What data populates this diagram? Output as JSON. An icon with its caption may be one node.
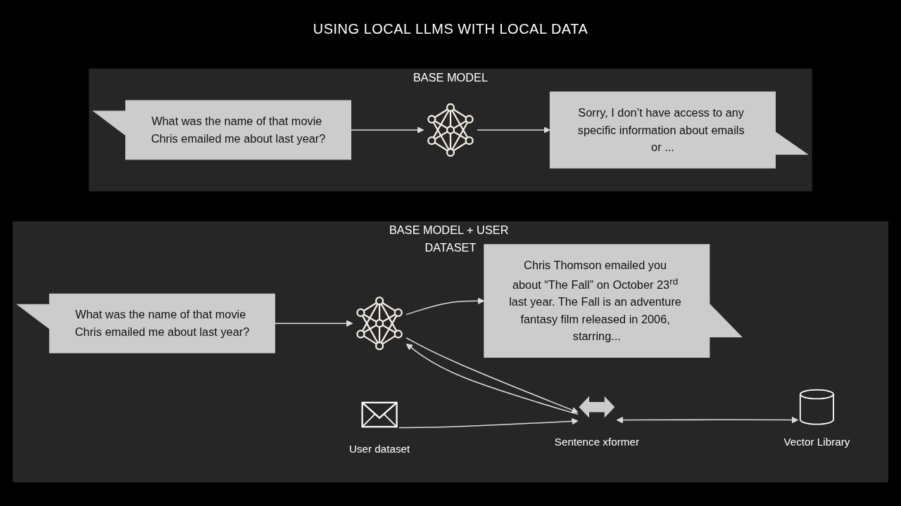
{
  "diagram": {
    "title": "USING LOCAL LLMS WITH LOCAL DATA",
    "nodes": [
      {
        "text": [
          "BASE MODEL"
        ]
      },
      {
        "text": [
          "What was the name of that movie Chris emailed me about last year?"
        ],
        "in": 0
      },
      {
        "text": [],
        "shape": "picture",
        "in": 0
      },
      {
        "text": [
          "Sorry, I don’t have access to any specific information about emails or ..."
        ],
        "in": 0
      },
      {
        "text": [
          "BASE MODEL + USER DATASET"
        ]
      },
      {
        "text": [
          "What was the name of that movie Chris emailed me about last year?"
        ],
        "in": 4
      },
      {
        "text": [],
        "shape": "picture",
        "in": 4
      },
      {
        "text": [
          "Chris Thomson emailed you about “The Fall” on October 23$^{rd}$ last year. The Fall is an adventure fantasy film released in 2006, starring..."
        ],
        "in": 4
      },
      {
        "text": [
          "User dataset"
        ],
        "in": 4
      },
      {
        "text": [
          "Sentence xformer"
        ],
        "in": 4
      },
      {
        "text": [
          "Vector Library"
        ],
        "in": 4
      }
    ],
    "edges": [
      {
        "from": 1,
        "to": 2,
        "arrow": "to"
      },
      {
        "from": 2,
        "to": 3,
        "arrow": "to"
      },
      {
        "from": 5,
        "to": 6,
        "arrow": "to"
      },
      {
        "from": 6,
        "to": 7,
        "arrow": "to"
      },
      {
        "from": 6,
        "to": 9,
        "arrow": "to"
      },
      {
        "from": 9,
        "to": 6,
        "arrow": "to"
      },
      {
        "from": 8,
        "to": 9,
        "arrow": "to"
      },
      {
        "from": 9,
        "to": 10,
        "arrow": "both"
      }
    ]
  }
}
